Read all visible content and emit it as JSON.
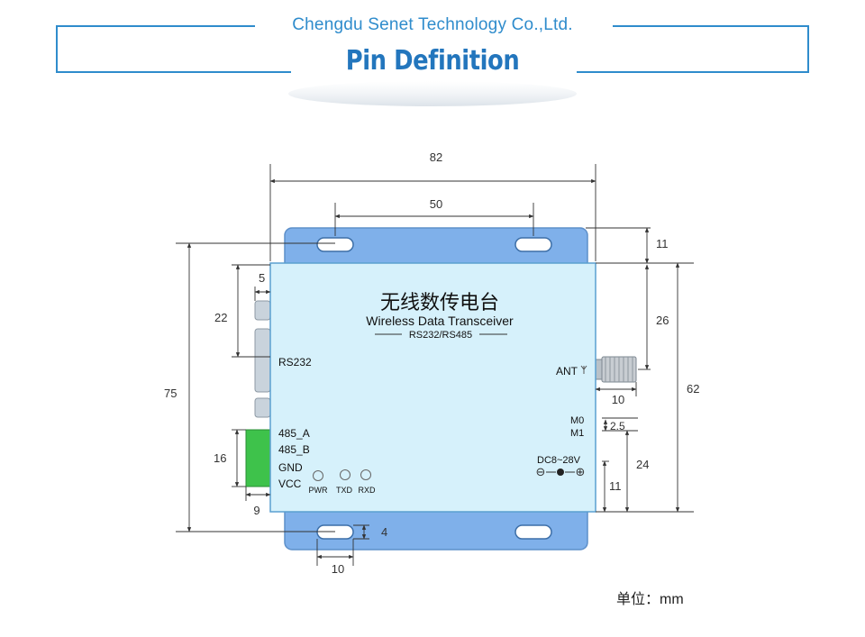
{
  "header": {
    "company": "Chengdu Senet Technology Co.,Ltd.",
    "title": "Pin Definition"
  },
  "device": {
    "name_cn": "无线数传电台",
    "name_en": "Wireless Data Transceiver",
    "interface": "RS232/RS485",
    "rs232_label": "RS232",
    "ant_label": "ANT",
    "terminals": [
      "485_A",
      "485_B",
      "GND",
      "VCC"
    ],
    "leds": [
      "PWR",
      "TXD",
      "RXD"
    ],
    "mode_pins": [
      "M0",
      "M1"
    ],
    "power_label": "DC8~28V",
    "polarity_minus": "⊖",
    "polarity_plus": "⊕"
  },
  "dimensions": {
    "total_width": "82",
    "hole_spacing": "50",
    "top_ear": "11",
    "ant_from_top": "26",
    "body_height": "62",
    "ant_length": "10",
    "total_height": "75",
    "rs232_height": "22",
    "rs232_depth": "5",
    "terminal_height": "16",
    "terminal_depth": "9",
    "mode_pitch": "2.5",
    "mode_from_bottom": "24",
    "power_from_bottom": "11",
    "hole_height": "4",
    "hole_width": "10"
  },
  "footer": {
    "unit": "单位：mm"
  }
}
